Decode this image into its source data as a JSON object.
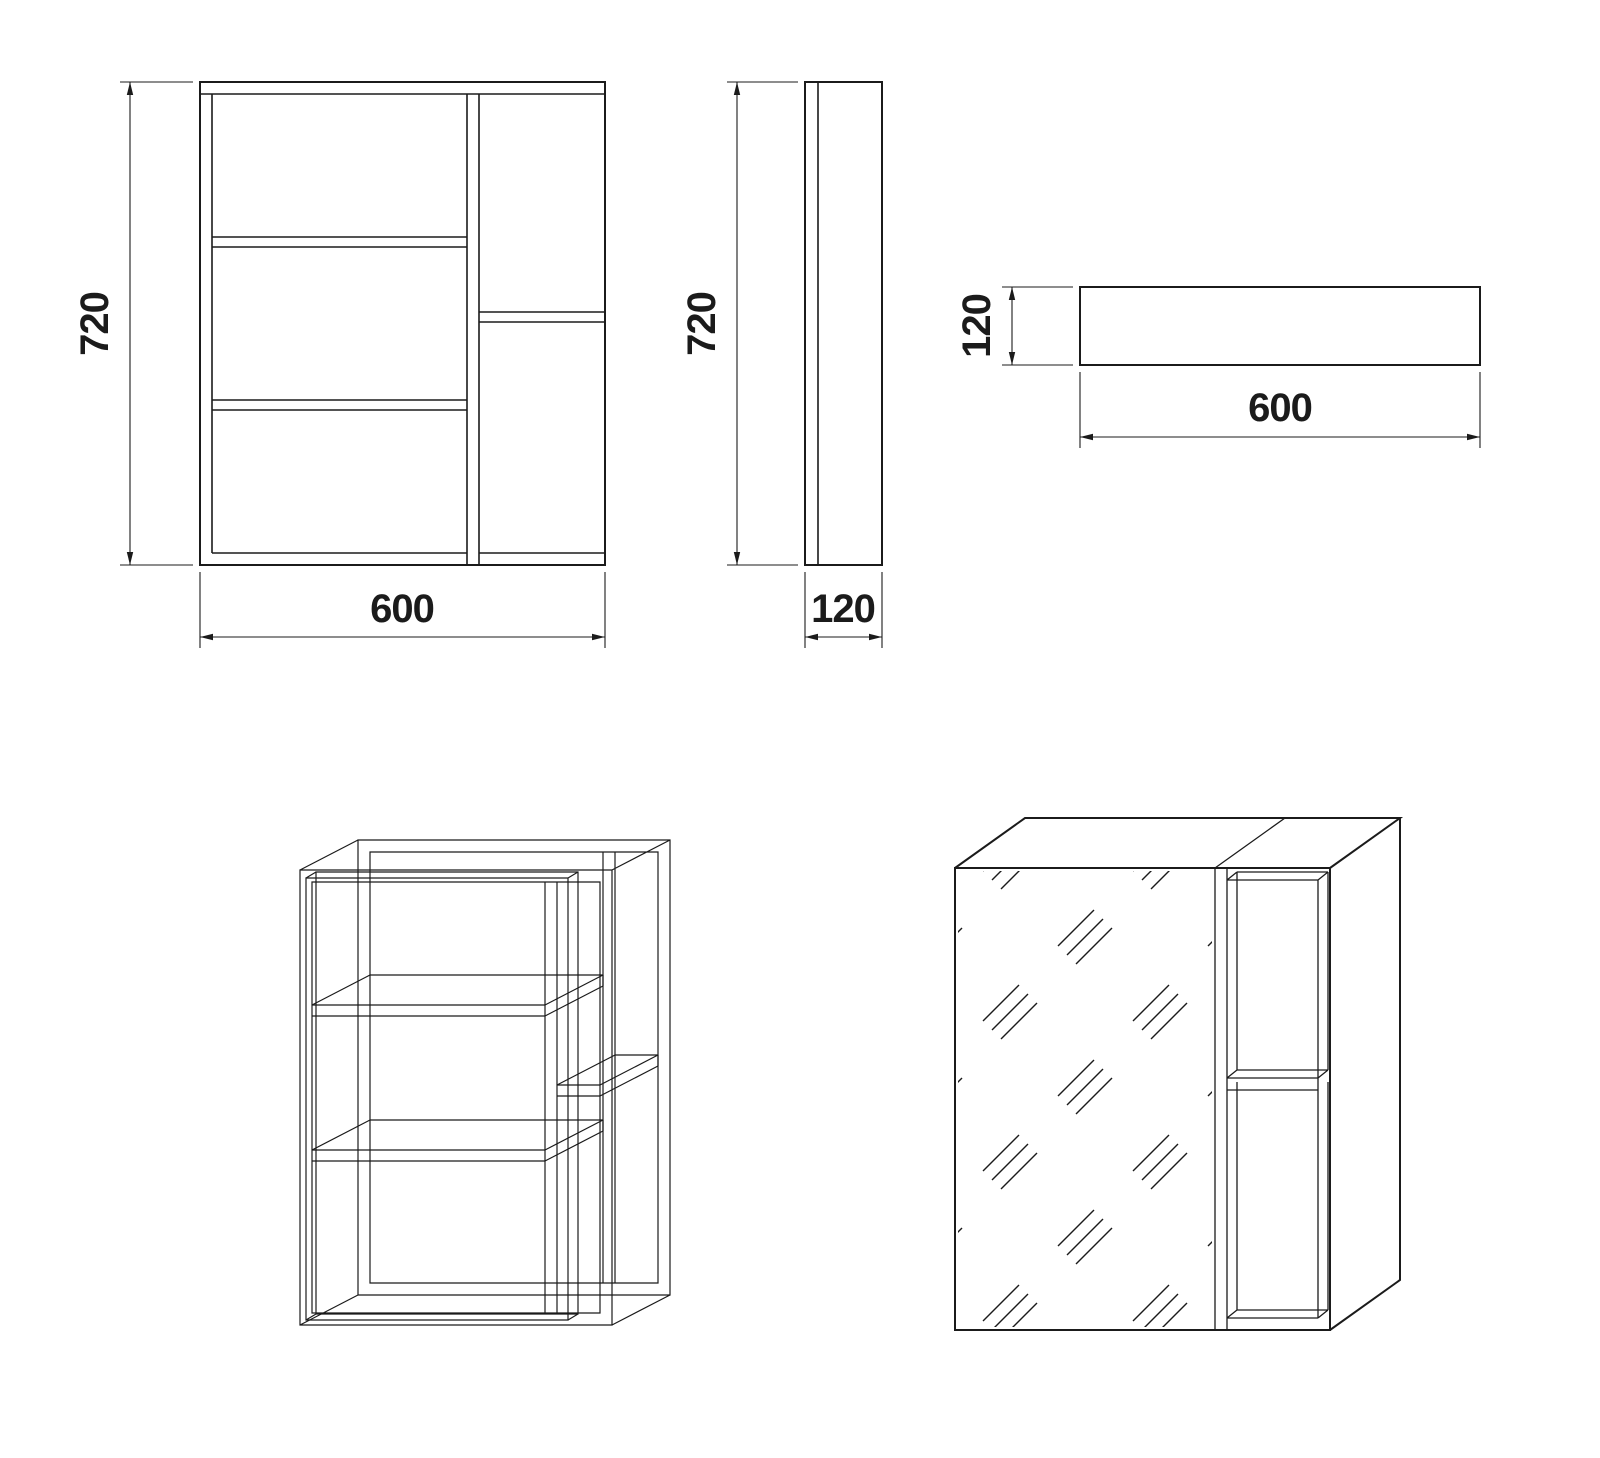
{
  "theme": {
    "bg": "#ffffff",
    "line": "#1b1b1b"
  },
  "dimensions": {
    "front_height": "720",
    "front_width": "600",
    "side_height": "720",
    "side_depth": "120",
    "top_depth": "120",
    "top_width": "600"
  }
}
